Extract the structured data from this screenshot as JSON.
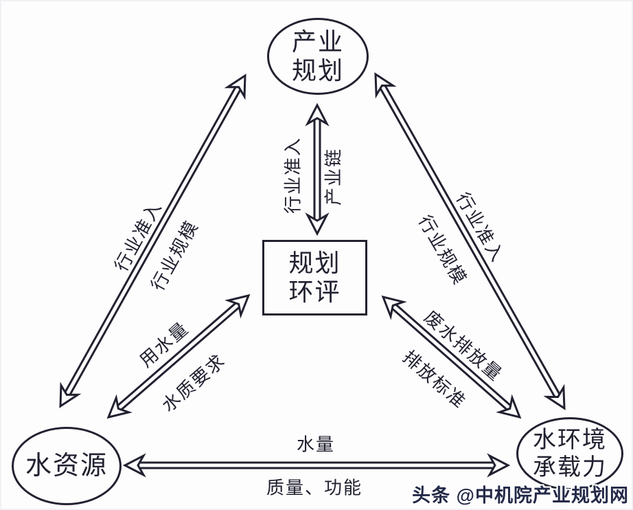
{
  "diagram": {
    "nodes": {
      "industry_planning": {
        "lines": [
          "产业",
          "规划"
        ]
      },
      "planning_eia": {
        "lines": [
          "规划",
          "环评"
        ]
      },
      "water_resources": {
        "lines": [
          "水资源"
        ]
      },
      "water_capacity": {
        "lines": [
          "水环境",
          "承载力"
        ]
      }
    },
    "edges": [
      {
        "from": "产业规划",
        "to": "规划环评",
        "labels": [
          "行业准入",
          "产业链"
        ]
      },
      {
        "from": "水资源",
        "to": "产业规划",
        "labels": [
          "行业准入",
          "行业规模"
        ]
      },
      {
        "from": "产业规划",
        "to": "水环境承载力",
        "labels": [
          "行业准入",
          "行业规模"
        ]
      },
      {
        "from": "水资源",
        "to": "规划环评",
        "labels": [
          "用水量",
          "水质要求"
        ]
      },
      {
        "from": "水环境承载力",
        "to": "规划环评",
        "labels": [
          "废水排放量",
          "排放标准"
        ]
      },
      {
        "from": "水资源",
        "to": "水环境承载力",
        "labels": [
          "水量",
          "质量、功能"
        ]
      }
    ],
    "watermark": "头条 @中机院产业规划网",
    "colors": {
      "ink": "#212130",
      "background": "#fdfdfe",
      "watermark_fill": "#232947",
      "watermark_outline": "#ffffff"
    }
  }
}
